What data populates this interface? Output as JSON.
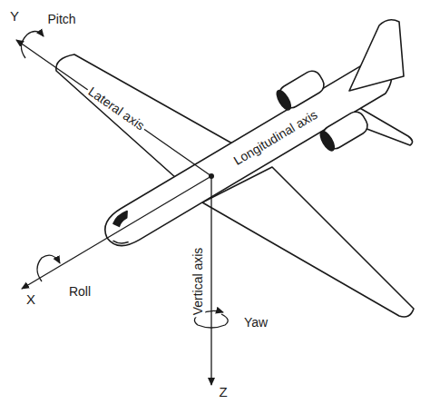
{
  "diagram": {
    "labels": [
      "Y",
      "Pitch",
      "Lateral axis",
      "Longitudinal axis",
      "X",
      "Roll",
      "Vertical axis",
      "Yaw",
      "Z"
    ]
  }
}
